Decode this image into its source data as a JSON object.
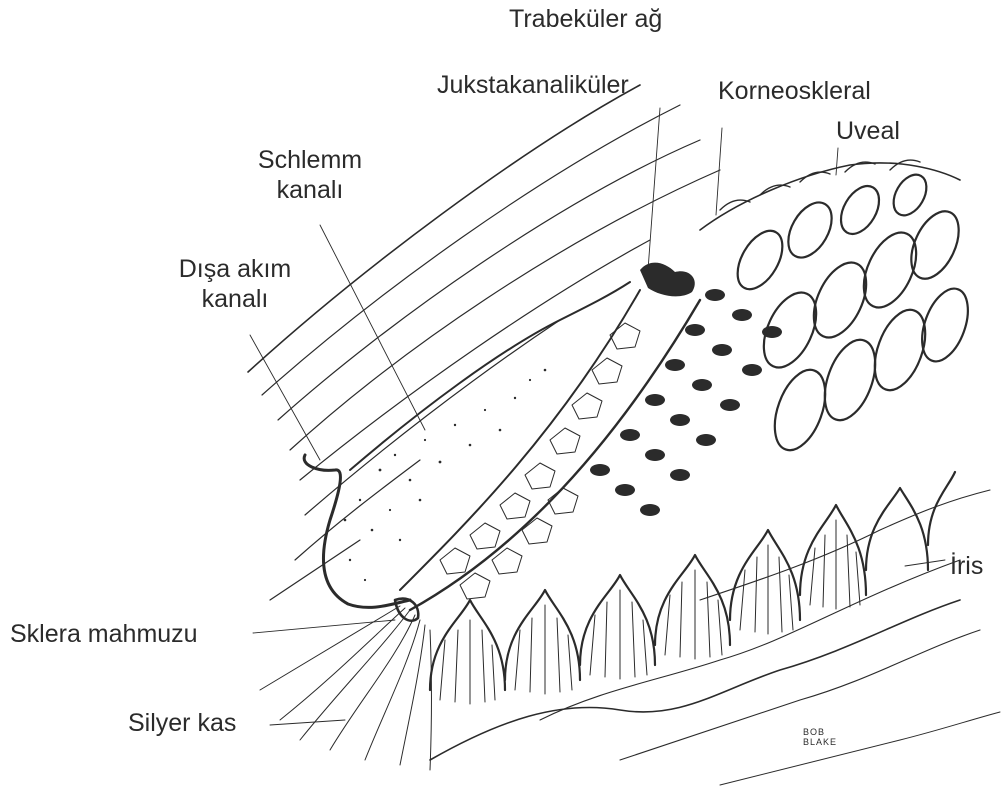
{
  "labels": {
    "trabecular": "Trabeküler ağ",
    "juxtacanalicular": "Jukstakanaliküler",
    "corneoscleral": "Korneoskleral",
    "uveal": "Uveal",
    "schlemm_line1": "Schlemm",
    "schlemm_line2": "kanalı",
    "outflow_line1": "Dışa akım",
    "outflow_line2": "kanalı",
    "scleral_spur": "Sklera mahmuzu",
    "ciliary": "Silyer kas",
    "iris": "İris",
    "signature": "BOB BLAKE"
  },
  "colors": {
    "ink": "#2b2b2b",
    "background": "#ffffff"
  }
}
